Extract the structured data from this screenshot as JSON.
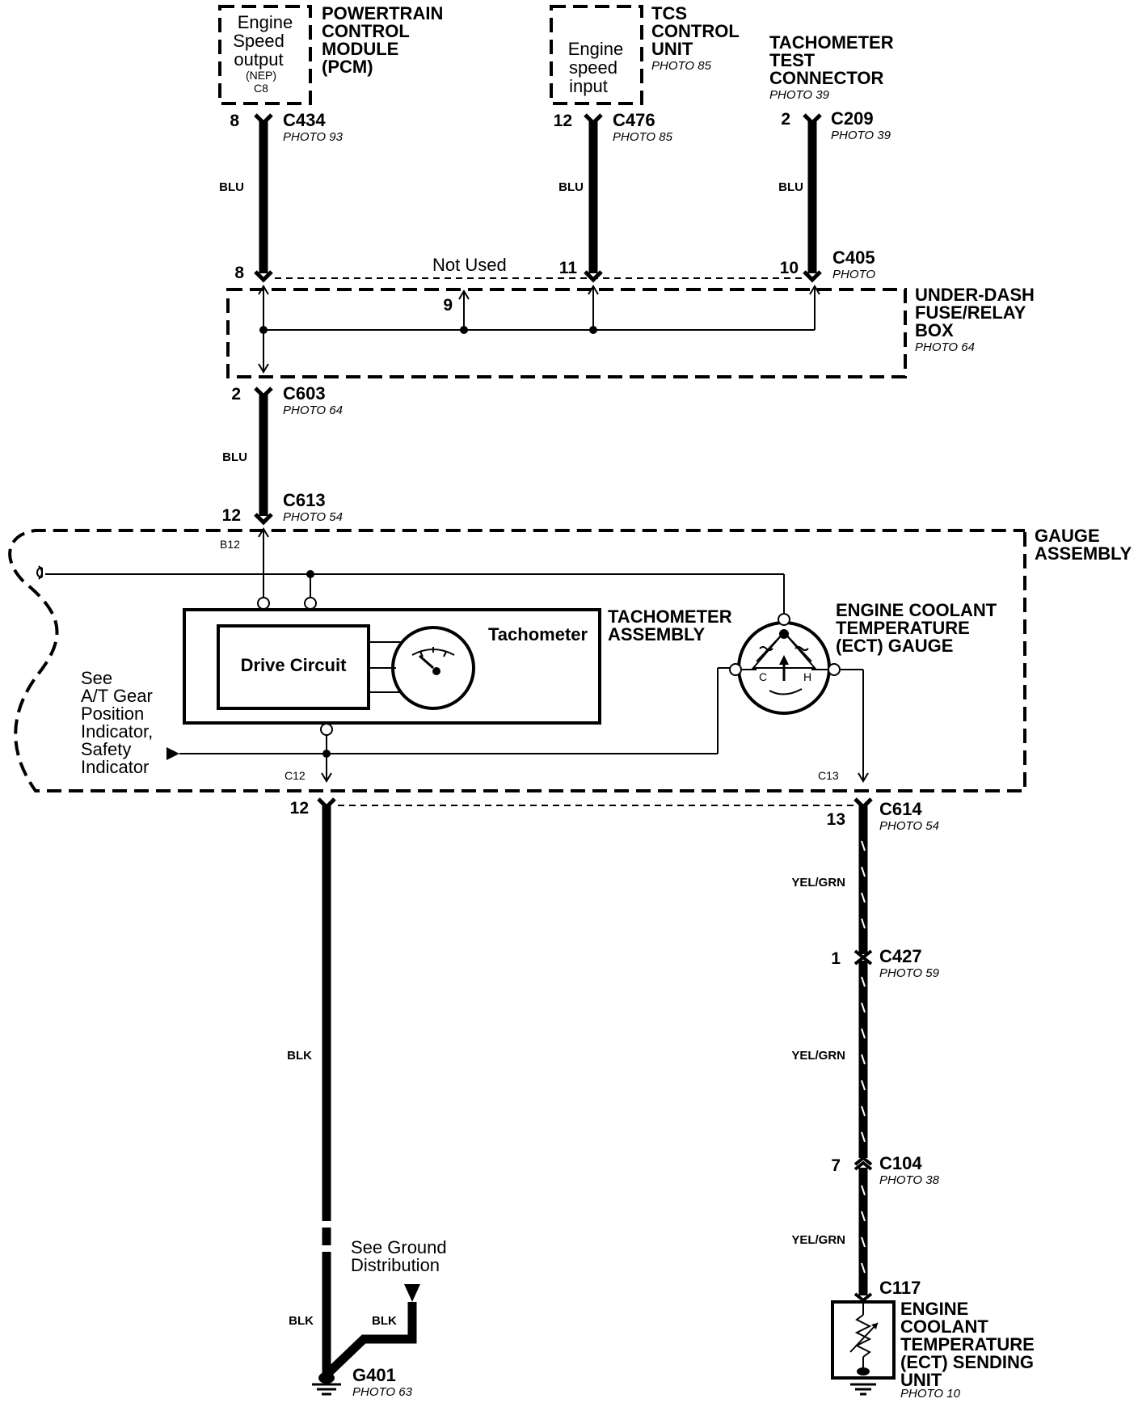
{
  "components": {
    "pcm": {
      "title": [
        "POWERTRAIN",
        "CONTROL",
        "MODULE",
        "(PCM)"
      ],
      "box": [
        "Engine",
        "Speed",
        "output"
      ],
      "box_small": [
        "(NEP)",
        "C8"
      ]
    },
    "tcs": {
      "title": [
        "TCS",
        "CONTROL",
        "UNIT"
      ],
      "photo": "PHOTO 85",
      "box": [
        "Engine",
        "speed",
        "input"
      ]
    },
    "tach_test": {
      "title": [
        "TACHOMETER",
        "TEST",
        "CONNECTOR"
      ],
      "photo": "PHOTO 39"
    },
    "fuse_box": {
      "title": [
        "UNDER-DASH",
        "FUSE/RELAY",
        "BOX"
      ],
      "photo": "PHOTO 64",
      "not_used": "Not Used",
      "pin9": "9"
    },
    "gauge_assembly": {
      "title": [
        "GAUGE",
        "ASSEMBLY"
      ]
    },
    "tach_assembly": {
      "title": [
        "TACHOMETER",
        "ASSEMBLY"
      ],
      "tachometer": "Tachometer",
      "drive_circuit": "Drive Circuit"
    },
    "ect_gauge": {
      "title": [
        "ENGINE COOLANT",
        "TEMPERATURE",
        "(ECT) GAUGE"
      ],
      "c": "C",
      "h": "H"
    },
    "see_at": [
      "See",
      "A/T Gear",
      "Position",
      "Indicator,",
      "Safety",
      "Indicator"
    ],
    "see_ground": [
      "See Ground",
      "Distribution"
    ],
    "ect_sender": {
      "title": [
        "ENGINE",
        "COOLANT",
        "TEMPERATURE",
        "(ECT) SENDING",
        "UNIT"
      ],
      "photo": "PHOTO 10"
    }
  },
  "connectors": {
    "c434": {
      "name": "C434",
      "photo": "PHOTO 93",
      "pin": "8"
    },
    "c476": {
      "name": "C476",
      "photo": "PHOTO 85",
      "pin": "12"
    },
    "c209": {
      "name": "C209",
      "photo": "PHOTO 39",
      "pin": "2"
    },
    "c405": {
      "name": "C405",
      "photo": "PHOTO",
      "pins": [
        "8",
        "11",
        "10"
      ]
    },
    "c603": {
      "name": "C603",
      "photo": "PHOTO 64",
      "pin": "2"
    },
    "c613": {
      "name": "C613",
      "photo": "PHOTO 54",
      "pin": "12",
      "terminal": "B12"
    },
    "c614": {
      "name": "C614",
      "photo": "PHOTO 54",
      "pins": [
        "12",
        "13"
      ],
      "terminals": [
        "C12",
        "C13"
      ]
    },
    "c427": {
      "name": "C427",
      "photo": "PHOTO 59",
      "pin": "1"
    },
    "c104": {
      "name": "C104",
      "photo": "PHOTO 38",
      "pin": "7"
    },
    "c117": {
      "name": "C117"
    },
    "g401": {
      "name": "G401",
      "photo": "PHOTO 63"
    }
  },
  "wire_colors": {
    "blu": "BLU",
    "blk": "BLK",
    "yel_grn": "YEL/GRN"
  }
}
